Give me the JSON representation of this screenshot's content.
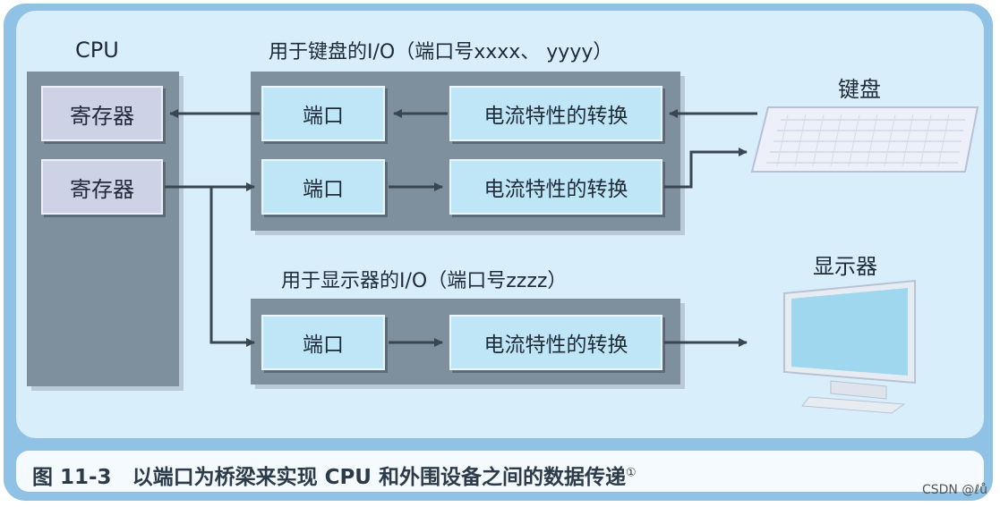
{
  "cpu": {
    "label": "CPU",
    "registers": [
      "寄存器",
      "寄存器"
    ]
  },
  "io_keyboard": {
    "title": "用于键盘的I/O（端口号xxxx、 yyyy）",
    "port": "端口",
    "converter": "电流特性的转换"
  },
  "io_display": {
    "title": "用于显示器的I/O（端口号zzzz）",
    "port": "端口",
    "converter": "电流特性的转换"
  },
  "devices": {
    "keyboard": "键盘",
    "display": "显示器"
  },
  "caption": {
    "text": "图 11-3　以端口为桥梁来实现 CPU 和外围设备之间的数据传递",
    "footnote": "①"
  },
  "watermark": "CSDN @ℓů",
  "colors": {
    "frame": "#8fc2e4",
    "panel": "#d9eefb",
    "block": "#7e8f9e",
    "sub": "#bfe6f7",
    "register": "#ced2e7",
    "arrow": "#3a4650"
  }
}
